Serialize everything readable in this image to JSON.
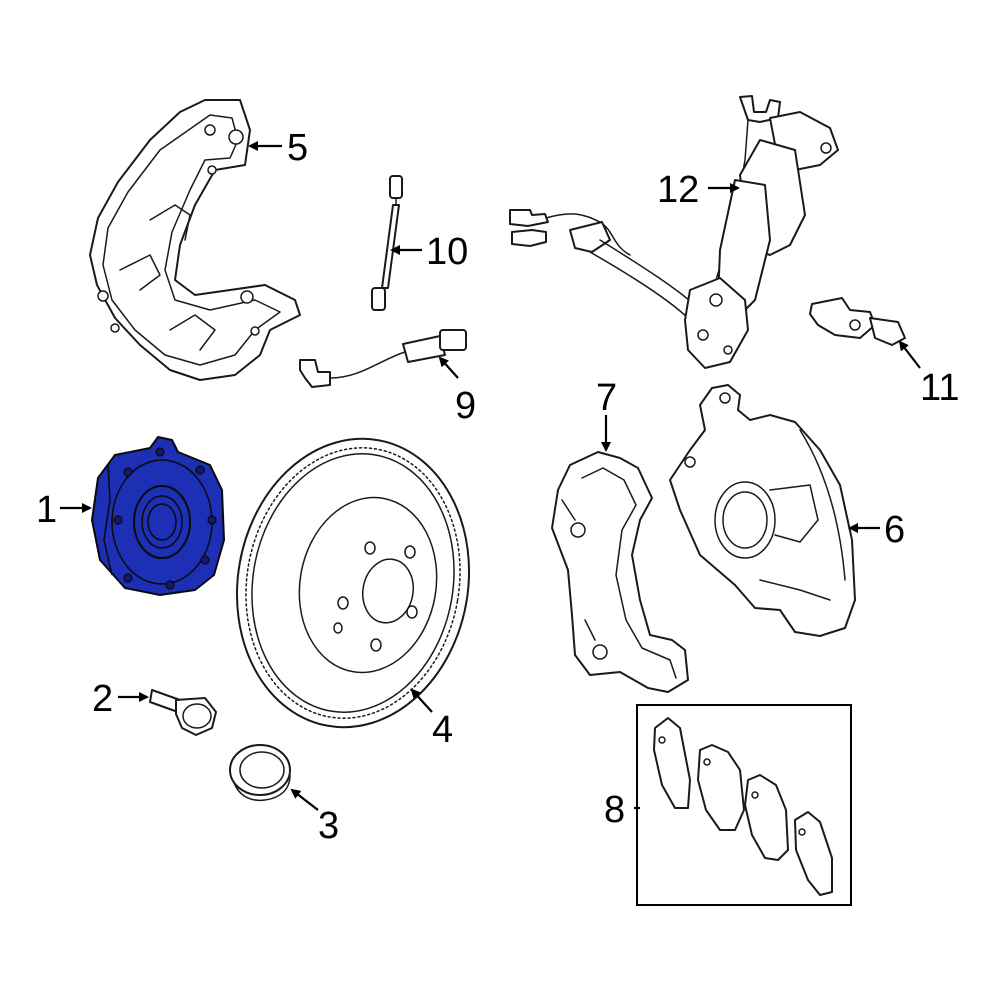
{
  "callouts": {
    "c1": "1",
    "c2": "2",
    "c3": "3",
    "c4": "4",
    "c5": "5",
    "c6": "6",
    "c7": "7",
    "c8": "8",
    "c9": "9",
    "c10": "10",
    "c11": "11",
    "c12": "12"
  },
  "colors": {
    "highlight": "#1c2fb5",
    "line": "#1a1a1a",
    "background": "#ffffff"
  }
}
